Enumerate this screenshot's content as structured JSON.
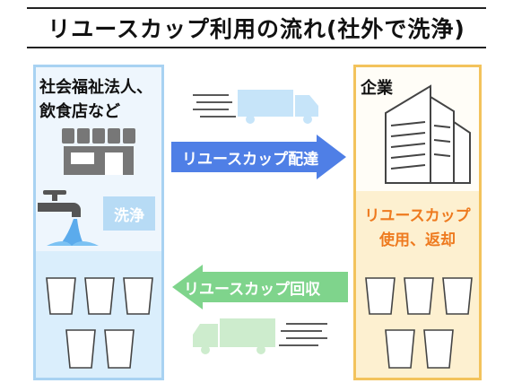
{
  "title": "リユースカップ利用の流れ(社外で洗浄)",
  "left": {
    "org_line1": "社会福祉法人、",
    "org_line2": "飲食店など",
    "wash_label": "洗浄"
  },
  "right": {
    "company_label": "企業",
    "use_line1": "リユースカップ",
    "use_line2": "使用、返却"
  },
  "arrows": {
    "delivery_label": "リユースカップ配達",
    "collection_label": "リユースカップ回収"
  },
  "colors": {
    "delivery": "#4f7fe6",
    "collection": "#7fd48c",
    "left_border": "#a8d2f2",
    "right_border": "#f3c35c",
    "use_text": "#ee7a1f"
  }
}
